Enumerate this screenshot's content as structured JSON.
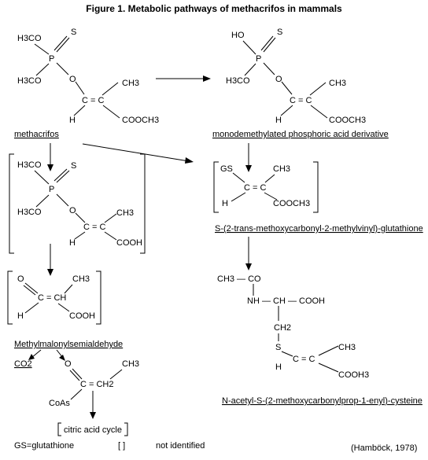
{
  "title": "Figure 1.  Metabolic pathways of methacrifos in mammals",
  "labels": {
    "methacrifos": "methacrifos",
    "monodemethylated": "monodemethylated phosphoric acid derivative",
    "glutathione_conj": "S-(2-trans-methoxycarbonyl-2-methylvinyl)-glutathione",
    "methylmalonyl": "Methylmalonylsemialdehyde",
    "cysteine": "N-acetyl-S-(2-methoxycarbonylprop-1-enyl)-cysteine"
  },
  "atoms": {
    "h3co": "H3CO",
    "ho": "HO",
    "s": "S",
    "p": "P",
    "o": "O",
    "ch3": "CH3",
    "h": "H",
    "cec": "C = C",
    "cooch3": "COOCH3",
    "cooh": "COOH",
    "gs": "GS",
    "ceq_ch": "C = CH",
    "ceq_ch2": "C = CH2",
    "coas": "CoAs",
    "co2": "CO2",
    "ch3_co": "CH3 — CO",
    "nh_ch_cooh": "NH — CH — COOH",
    "ch2": "CH2",
    "cooch3_s": "COOH3"
  },
  "footer": {
    "citric": "citric acid cycle",
    "gs_def": "GS=glutathione",
    "bracket_sym": "[   ]",
    "not_identified": "not identified",
    "citation": "(Hamböck, 1978)"
  }
}
